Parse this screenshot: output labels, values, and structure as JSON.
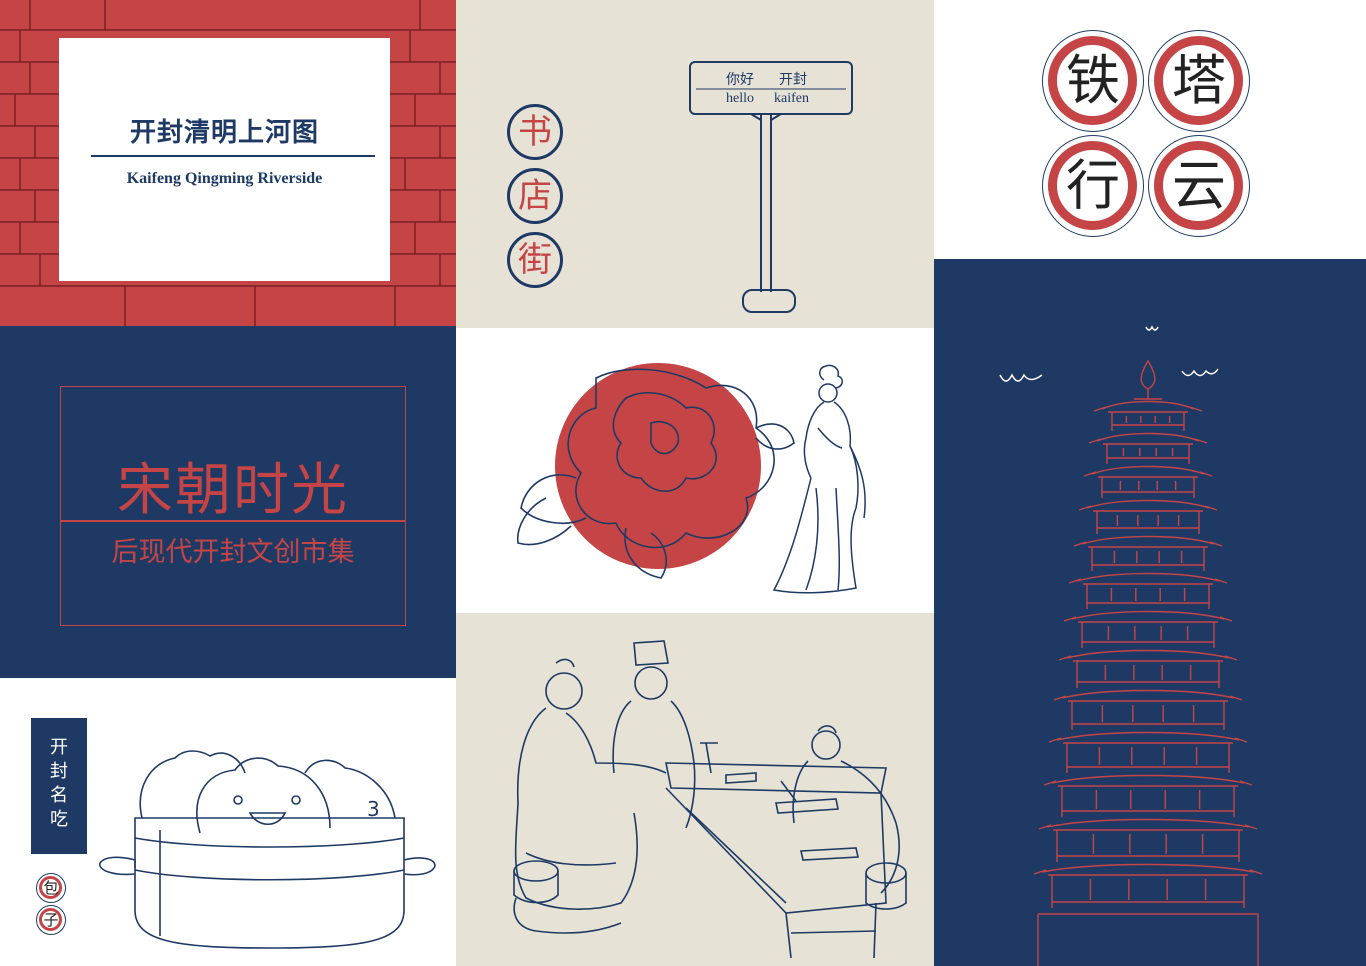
{
  "title_card": {
    "title_cn": "开封清明上河图",
    "title_en": "Kaifeng Qingming Riverside"
  },
  "bookstore": {
    "seal_chars": [
      "书",
      "店",
      "街"
    ],
    "sign_line1_left": "你好",
    "sign_line1_right": "开封",
    "sign_line2_left": "hello",
    "sign_line2_right": "kaifen"
  },
  "tieta": {
    "chars": [
      "铁",
      "塔",
      "行",
      "云"
    ]
  },
  "song": {
    "title": "宋朝时光",
    "subtitle": "后现代开封文创市集"
  },
  "baozi": {
    "tag_chars": [
      "开",
      "封",
      "名",
      "吃"
    ],
    "seal_chars": [
      "包",
      "子"
    ],
    "face_text": "3"
  },
  "colors": {
    "navy": "#1e3a64",
    "red": "#c54546",
    "beige": "#e6e2d6",
    "white": "#ffffff"
  }
}
